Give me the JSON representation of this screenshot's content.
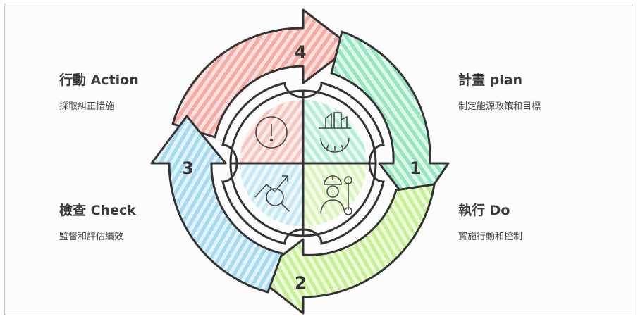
{
  "steps": [
    {
      "number": "1",
      "title": "計畫 plan",
      "description": "制定能源政策和目標",
      "color": "#9be8c4"
    },
    {
      "number": "2",
      "title": "執行 Do",
      "description": "實施行動和控制",
      "color": "#c9f0a0"
    },
    {
      "number": "3",
      "title": "檢查 Check",
      "description": "監督和評估績效",
      "color": "#a8ddf2"
    },
    {
      "number": "4",
      "title": "行動 Action",
      "description": "採取糾正措施",
      "color": "#f6b3ad"
    }
  ],
  "icons": [
    "exclamation-icon",
    "factory-gear-icon",
    "chart-magnifier-icon",
    "worker-wrench-icon"
  ]
}
